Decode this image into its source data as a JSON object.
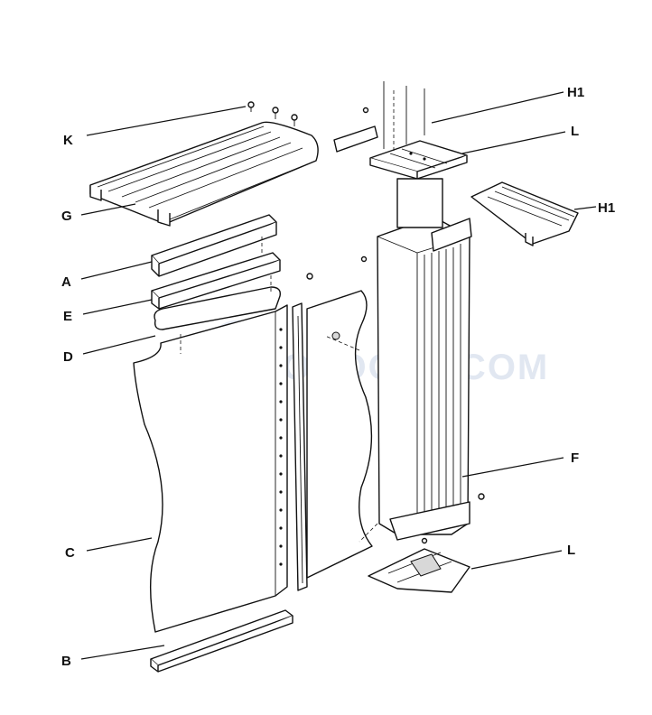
{
  "labels": {
    "k": "K",
    "g": "G",
    "a": "A",
    "e": "E",
    "d": "D",
    "c": "C",
    "b": "B",
    "h1_top": "H1",
    "l_top": "L",
    "h1_side": "H1",
    "f": "F",
    "l_bottom": "L"
  },
  "watermark": "INYOPOOLS.COM"
}
